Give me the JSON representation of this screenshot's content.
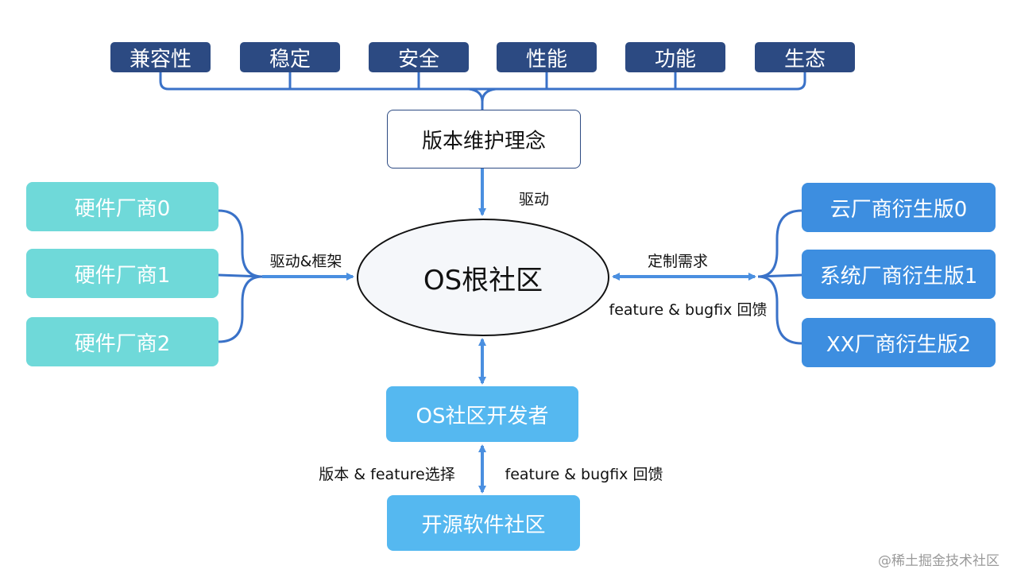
{
  "principles": [
    "兼容性",
    "稳定",
    "安全",
    "性能",
    "功能",
    "生态"
  ],
  "philosophy": "版本维护理念",
  "core": "OS根社区",
  "hardware_vendors": [
    "硬件厂商0",
    "硬件厂商1",
    "硬件厂商2"
  ],
  "derivatives": [
    "云厂商衍生版0",
    "系统厂商衍生版1",
    "XX厂商衍生版2"
  ],
  "developers": "OS社区开发者",
  "upstream": "开源软件社区",
  "edges": {
    "philosophy_to_core": "驱动",
    "hardware_to_core": "驱动&框架",
    "core_to_derivatives_top": "定制需求",
    "core_to_derivatives_bottom": "feature & bugfix 回馈",
    "upstream_to_dev_left": "版本 & feature选择",
    "upstream_to_dev_right": "feature & bugfix 回馈"
  },
  "watermark": "@稀土掘金技术社区",
  "colors": {
    "principle": "#2c4a82",
    "hardware": "#6fd9d9",
    "derivative": "#3d8ee0",
    "developer": "#55b8f0",
    "connector": "#3a72c8",
    "arrow": "#4a8fe0"
  }
}
